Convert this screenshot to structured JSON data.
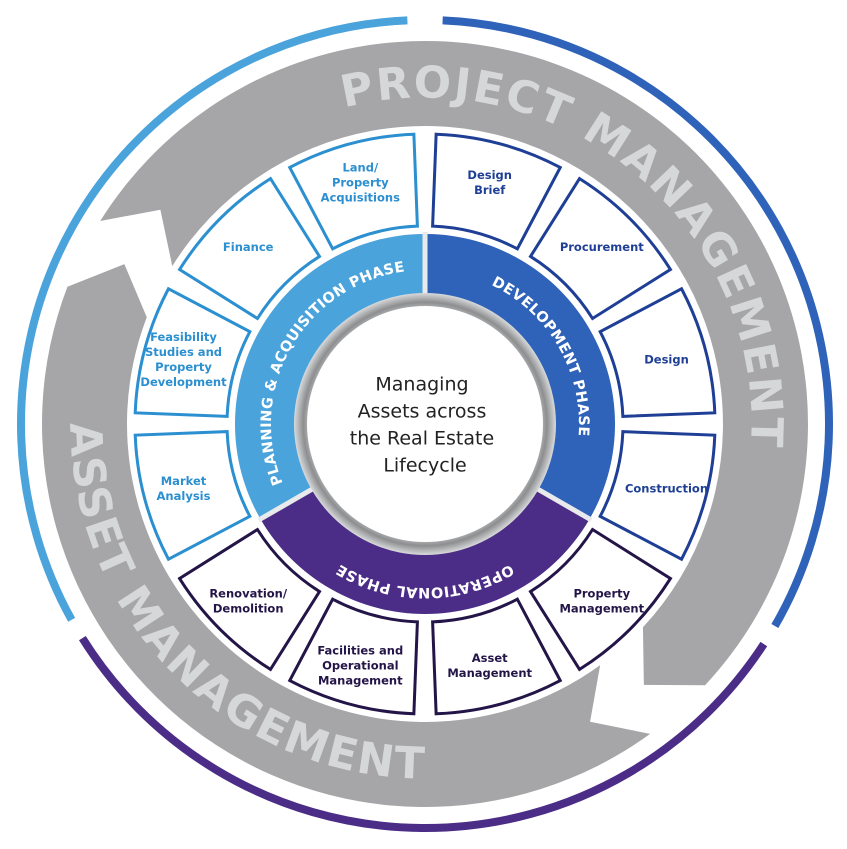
{
  "title": "Managing Assets across the Real Estate Lifecycle",
  "center": {
    "lines": [
      "Managing",
      "Assets across",
      "the Real Estate",
      "Lifecycle"
    ]
  },
  "colors": {
    "planning": "#4ba3dc",
    "planning_stroke": "#2b8fd0",
    "development": "#2f62b9",
    "development_stroke": "#1e3f95",
    "operational": "#4b2c86",
    "operational_stroke": "#241548",
    "band": "#a6a6a8",
    "band_text": "#d6d7d9"
  },
  "outer_bands": [
    {
      "label": "PROJECT MANAGEMENT"
    },
    {
      "label": "ASSET MANAGEMENT"
    }
  ],
  "phases": [
    {
      "label": "PLANNING & ACQUISITION PHASE",
      "segments": [
        {
          "lines": [
            "Market",
            "Analysis"
          ]
        },
        {
          "lines": [
            "Feasibility",
            "Studies and",
            "Property",
            "Development"
          ]
        },
        {
          "lines": [
            "Finance"
          ]
        },
        {
          "lines": [
            "Land/",
            "Property",
            "Acquisitions"
          ]
        }
      ]
    },
    {
      "label": "DEVELOPMENT PHASE",
      "segments": [
        {
          "lines": [
            "Design",
            "Brief"
          ]
        },
        {
          "lines": [
            "Procurement"
          ]
        },
        {
          "lines": [
            "Design"
          ]
        },
        {
          "lines": [
            "Construction"
          ]
        }
      ]
    },
    {
      "label": "OPERATIONAL PHASE",
      "segments": [
        {
          "lines": [
            "Property",
            "Management"
          ]
        },
        {
          "lines": [
            "Asset",
            "Management"
          ]
        },
        {
          "lines": [
            "Facilities and",
            "Operational",
            "Management"
          ]
        },
        {
          "lines": [
            "Renovation/",
            "Demolition"
          ]
        }
      ]
    }
  ]
}
